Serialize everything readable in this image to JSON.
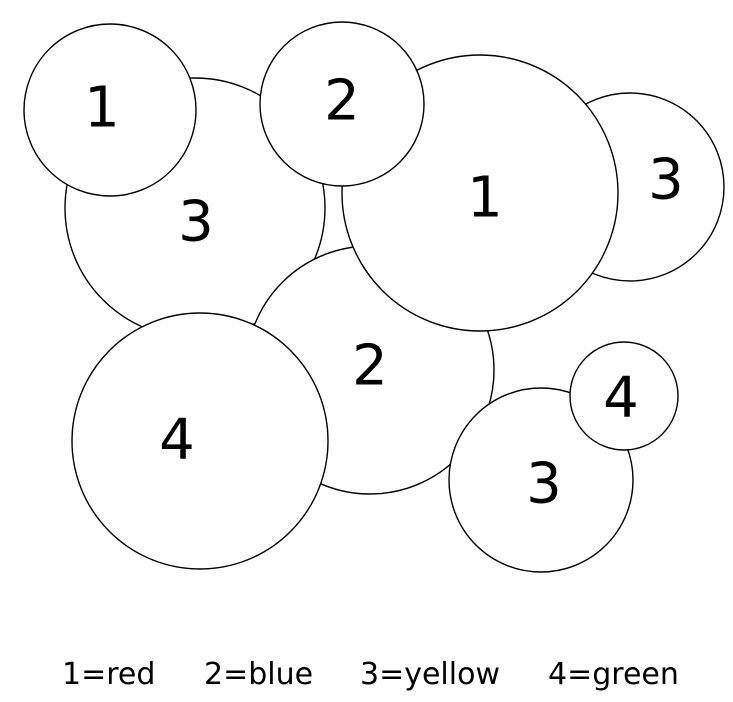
{
  "circles": [
    {
      "number": "3"
    },
    {
      "number": "1"
    },
    {
      "number": "3"
    },
    {
      "number": "2"
    },
    {
      "number": "1"
    },
    {
      "number": "2"
    },
    {
      "number": "4"
    },
    {
      "number": "3"
    },
    {
      "number": "4"
    }
  ],
  "legend": [
    {
      "text": "1=red",
      "color": "red"
    },
    {
      "text": "2=blue",
      "color": "blue"
    },
    {
      "text": "3=yellow",
      "color": "yellow"
    },
    {
      "text": "4=green",
      "color": "green"
    }
  ]
}
